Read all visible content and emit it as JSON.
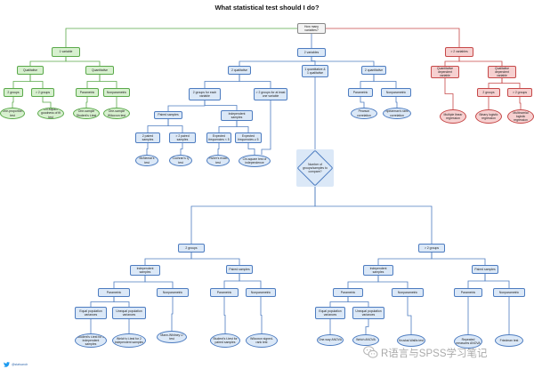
{
  "title": "What statistical test should I do?",
  "colors": {
    "green": "#5aa94a",
    "blue": "#4d7cc0",
    "red": "#c64848",
    "gray": "#888888"
  },
  "nodes": [
    {
      "id": "root",
      "text": "How many variables?",
      "color": "gray",
      "shape": "box"
    },
    {
      "id": "v1",
      "text": "1 variable",
      "color": "green",
      "shape": "box"
    },
    {
      "id": "v1q",
      "text": "Qualitative",
      "color": "green",
      "shape": "box"
    },
    {
      "id": "v1n",
      "text": "Quantitative",
      "color": "green",
      "shape": "box"
    },
    {
      "id": "g2",
      "text": "2 groups",
      "color": "green",
      "shape": "box"
    },
    {
      "id": "gm2",
      "text": "> 2 groups",
      "color": "green",
      "shape": "box"
    },
    {
      "id": "v1p",
      "text": "Parametric",
      "color": "green",
      "shape": "box"
    },
    {
      "id": "v1np",
      "text": "Nonparametric",
      "color": "green",
      "shape": "box"
    },
    {
      "id": "t_oneprop",
      "text": "One-proportion test",
      "color": "green",
      "shape": "leaf"
    },
    {
      "id": "t_chigof",
      "text": "Chi-square goodness of fit test",
      "color": "green",
      "shape": "leaf"
    },
    {
      "id": "t_onet",
      "text": "One-sample Student's t-test",
      "color": "green",
      "shape": "leaf"
    },
    {
      "id": "t_onew",
      "text": "One-sample Wilcoxon test",
      "color": "green",
      "shape": "leaf"
    },
    {
      "id": "v2",
      "text": "2 variables",
      "color": "blue",
      "shape": "box"
    },
    {
      "id": "q2",
      "text": "2 qualitative",
      "color": "blue",
      "shape": "box"
    },
    {
      "id": "g2each",
      "text": "2 groups for each variable",
      "color": "blue",
      "shape": "box"
    },
    {
      "id": "gm2one",
      "text": "> 2 groups for at least one variable",
      "color": "blue",
      "shape": "box"
    },
    {
      "id": "paired",
      "text": "Paired samples",
      "color": "blue",
      "shape": "box"
    },
    {
      "id": "indep",
      "text": "Independent samples",
      "color": "blue",
      "shape": "box"
    },
    {
      "id": "s2",
      "text": "2 paired samples",
      "color": "blue",
      "shape": "box"
    },
    {
      "id": "sm2",
      "text": "> 2 paired samples",
      "color": "blue",
      "shape": "box"
    },
    {
      "id": "exlt5",
      "text": "Expected frequencies < 5",
      "color": "blue",
      "shape": "box"
    },
    {
      "id": "exge5",
      "text": "Expected frequencies ≥ 5",
      "color": "blue",
      "shape": "box"
    },
    {
      "id": "t_mcnemar",
      "text": "McNemar's test",
      "color": "blue",
      "shape": "leaf"
    },
    {
      "id": "t_cochran",
      "text": "Cochran's Q test",
      "color": "blue",
      "shape": "leaf"
    },
    {
      "id": "t_fisher",
      "text": "Fisher's exact test",
      "color": "blue",
      "shape": "leaf"
    },
    {
      "id": "t_chiind",
      "text": "Chi-square test of independence",
      "color": "blue",
      "shape": "leaf"
    },
    {
      "id": "qq",
      "text": "1 quantitative & 1 qualitative",
      "color": "blue",
      "shape": "box"
    },
    {
      "id": "nq2",
      "text": "2 quantitative",
      "color": "blue",
      "shape": "box"
    },
    {
      "id": "p2",
      "text": "Parametric",
      "color": "blue",
      "shape": "box"
    },
    {
      "id": "np2",
      "text": "Nonparametric",
      "color": "blue",
      "shape": "box"
    },
    {
      "id": "t_pearson",
      "text": "Pearson correlation",
      "color": "blue",
      "shape": "leaf"
    },
    {
      "id": "t_spearman",
      "text": "Spearman's rank correlation",
      "color": "blue",
      "shape": "leaf"
    },
    {
      "id": "diamond",
      "text": "Number of groups/samples to compare?",
      "color": "blue",
      "shape": "diamond"
    },
    {
      "id": "L2",
      "text": "2 groups",
      "color": "blue",
      "shape": "box"
    },
    {
      "id": "R2",
      "text": "> 2 groups",
      "color": "blue",
      "shape": "box"
    },
    {
      "id": "Lind",
      "text": "Independent samples",
      "color": "blue",
      "shape": "box"
    },
    {
      "id": "Lpair",
      "text": "Paired samples",
      "color": "blue",
      "shape": "box"
    },
    {
      "id": "Lpar",
      "text": "Parametric",
      "color": "blue",
      "shape": "box"
    },
    {
      "id": "Lnp",
      "text": "Nonparametric",
      "color": "blue",
      "shape": "box"
    },
    {
      "id": "Lpar2",
      "text": "Parametric",
      "color": "blue",
      "shape": "box"
    },
    {
      "id": "Lnp2",
      "text": "Nonparametric",
      "color": "blue",
      "shape": "box"
    },
    {
      "id": "Leq",
      "text": "Equal population variances",
      "color": "blue",
      "shape": "box"
    },
    {
      "id": "Luneq",
      "text": "Unequal population variances",
      "color": "blue",
      "shape": "box"
    },
    {
      "id": "t_st",
      "text": "Student's t-test for 2 independent samples",
      "color": "blue",
      "shape": "leaf"
    },
    {
      "id": "t_welch",
      "text": "Welch's t-test for 2 independent samples",
      "color": "blue",
      "shape": "leaf"
    },
    {
      "id": "t_mw",
      "text": "Mann-Whitney U test",
      "color": "blue",
      "shape": "leaf"
    },
    {
      "id": "t_stp",
      "text": "Student's t-test for paired samples",
      "color": "blue",
      "shape": "leaf"
    },
    {
      "id": "t_wsr",
      "text": "Wilcoxon signed-rank test",
      "color": "blue",
      "shape": "leaf"
    },
    {
      "id": "Rind",
      "text": "Independent samples",
      "color": "blue",
      "shape": "box"
    },
    {
      "id": "Rpair",
      "text": "Paired samples",
      "color": "blue",
      "shape": "box"
    },
    {
      "id": "Rpar",
      "text": "Parametric",
      "color": "blue",
      "shape": "box"
    },
    {
      "id": "Rnp",
      "text": "Nonparametric",
      "color": "blue",
      "shape": "box"
    },
    {
      "id": "Rpar2",
      "text": "Parametric",
      "color": "blue",
      "shape": "box"
    },
    {
      "id": "Rnp2",
      "text": "Nonparametric",
      "color": "blue",
      "shape": "box"
    },
    {
      "id": "Req",
      "text": "Equal population variances",
      "color": "blue",
      "shape": "box"
    },
    {
      "id": "Runeq",
      "text": "Unequal population variances",
      "color": "blue",
      "shape": "box"
    },
    {
      "id": "t_anova",
      "text": "One-way ANOVA",
      "color": "blue",
      "shape": "leaf"
    },
    {
      "id": "t_wanova",
      "text": "Welch ANOVA",
      "color": "blue",
      "shape": "leaf"
    },
    {
      "id": "t_kw",
      "text": "Kruskal-Wallis test",
      "color": "blue",
      "shape": "leaf"
    },
    {
      "id": "t_rm",
      "text": "Repeated measures ANOVA",
      "color": "blue",
      "shape": "leaf"
    },
    {
      "id": "t_fried",
      "text": "Friedman test",
      "color": "blue",
      "shape": "leaf"
    },
    {
      "id": "v3",
      "text": "> 2 variables",
      "color": "red",
      "shape": "box"
    },
    {
      "id": "qd",
      "text": "Quantitative dependent variable",
      "color": "red",
      "shape": "box"
    },
    {
      "id": "qld",
      "text": "Qualitative dependent variable",
      "color": "red",
      "shape": "box"
    },
    {
      "id": "r2",
      "text": "2 groups",
      "color": "red",
      "shape": "box"
    },
    {
      "id": "rm2",
      "text": "> 2 groups",
      "color": "red",
      "shape": "box"
    },
    {
      "id": "t_mlr",
      "text": "Multiple linear regression",
      "color": "red",
      "shape": "leaf"
    },
    {
      "id": "t_blr",
      "text": "Binary logistic regression",
      "color": "red",
      "shape": "leaf"
    },
    {
      "id": "t_mnlr",
      "text": "Multinomial logistic regression",
      "color": "red",
      "shape": "leaf"
    }
  ],
  "edges": [
    [
      "root",
      "v1",
      "green"
    ],
    [
      "root",
      "v2",
      "blue"
    ],
    [
      "root",
      "v3",
      "red"
    ],
    [
      "v1",
      "v1q",
      "green"
    ],
    [
      "v1",
      "v1n",
      "green"
    ],
    [
      "v1q",
      "g2",
      "green"
    ],
    [
      "v1q",
      "gm2",
      "green"
    ],
    [
      "v1n",
      "v1p",
      "green"
    ],
    [
      "v1n",
      "v1np",
      "green"
    ],
    [
      "g2",
      "t_oneprop",
      "green"
    ],
    [
      "gm2",
      "t_chigof",
      "green"
    ],
    [
      "v1p",
      "t_onet",
      "green"
    ],
    [
      "v1np",
      "t_onew",
      "green"
    ],
    [
      "v2",
      "q2",
      "blue"
    ],
    [
      "v2",
      "qq",
      "blue"
    ],
    [
      "v2",
      "nq2",
      "blue"
    ],
    [
      "q2",
      "g2each",
      "blue"
    ],
    [
      "q2",
      "gm2one",
      "blue"
    ],
    [
      "g2each",
      "paired",
      "blue"
    ],
    [
      "g2each",
      "indep",
      "blue"
    ],
    [
      "paired",
      "s2",
      "blue"
    ],
    [
      "paired",
      "sm2",
      "blue"
    ],
    [
      "indep",
      "exlt5",
      "blue"
    ],
    [
      "indep",
      "exge5",
      "blue"
    ],
    [
      "s2",
      "t_mcnemar",
      "blue"
    ],
    [
      "sm2",
      "t_cochran",
      "blue"
    ],
    [
      "exlt5",
      "t_fisher",
      "blue"
    ],
    [
      "exge5",
      "t_chiind",
      "blue"
    ],
    [
      "gm2one",
      "t_chiind",
      "blue"
    ],
    [
      "nq2",
      "p2",
      "blue"
    ],
    [
      "nq2",
      "np2",
      "blue"
    ],
    [
      "p2",
      "t_pearson",
      "blue"
    ],
    [
      "np2",
      "t_spearman",
      "blue"
    ],
    [
      "qq",
      "diamond",
      "blue"
    ],
    [
      "diamond",
      "L2",
      "blue"
    ],
    [
      "diamond",
      "R2",
      "blue"
    ],
    [
      "L2",
      "Lind",
      "blue"
    ],
    [
      "L2",
      "Lpair",
      "blue"
    ],
    [
      "Lind",
      "Lpar",
      "blue"
    ],
    [
      "Lind",
      "Lnp",
      "blue"
    ],
    [
      "Lpair",
      "Lpar2",
      "blue"
    ],
    [
      "Lpair",
      "Lnp2",
      "blue"
    ],
    [
      "Lpar",
      "Leq",
      "blue"
    ],
    [
      "Lpar",
      "Luneq",
      "blue"
    ],
    [
      "Leq",
      "t_st",
      "blue"
    ],
    [
      "Luneq",
      "t_welch",
      "blue"
    ],
    [
      "Lnp",
      "t_mw",
      "blue"
    ],
    [
      "Lpar2",
      "t_stp",
      "blue"
    ],
    [
      "Lnp2",
      "t_wsr",
      "blue"
    ],
    [
      "R2",
      "Rind",
      "blue"
    ],
    [
      "R2",
      "Rpair",
      "blue"
    ],
    [
      "Rind",
      "Rpar",
      "blue"
    ],
    [
      "Rind",
      "Rnp",
      "blue"
    ],
    [
      "Rpair",
      "Rpar2",
      "blue"
    ],
    [
      "Rpair",
      "Rnp2",
      "blue"
    ],
    [
      "Rpar",
      "Req",
      "blue"
    ],
    [
      "Rpar",
      "Runeq",
      "blue"
    ],
    [
      "Req",
      "t_anova",
      "blue"
    ],
    [
      "Runeq",
      "t_wanova",
      "blue"
    ],
    [
      "Rnp",
      "t_kw",
      "blue"
    ],
    [
      "Rpar2",
      "t_rm",
      "blue"
    ],
    [
      "Rnp2",
      "t_fried",
      "blue"
    ],
    [
      "v3",
      "qd",
      "red"
    ],
    [
      "v3",
      "qld",
      "red"
    ],
    [
      "qld",
      "r2",
      "red"
    ],
    [
      "qld",
      "rm2",
      "red"
    ],
    [
      "qd",
      "t_mlr",
      "red"
    ],
    [
      "r2",
      "t_blr",
      "red"
    ],
    [
      "rm2",
      "t_mnlr",
      "red"
    ]
  ],
  "footer": {
    "twitter_handle": "@statsandr",
    "twitter_icon": "twitter-bird-icon"
  },
  "watermark": {
    "text": "R语言与SPSS学习笔记",
    "icon": "wechat-icon"
  }
}
